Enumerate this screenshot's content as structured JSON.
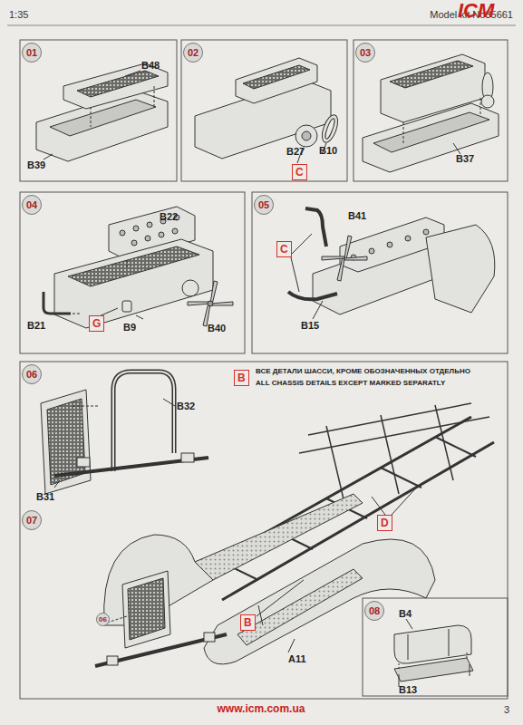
{
  "diagram": {
    "nodes": [
      {
        "text": [
          "01"
        ]
      },
      {
        "text": [
          "02"
        ]
      },
      {
        "text": [
          "03"
        ]
      },
      {
        "text": [
          "04"
        ]
      },
      {
        "text": [
          "05"
        ]
      },
      {
        "text": [
          "06"
        ]
      },
      {
        "text": [
          "07"
        ]
      },
      {
        "text": [
          "08"
        ]
      },
      {
        "text": [
          "C"
        ]
      },
      {
        "text": [
          "G"
        ]
      },
      {
        "text": [
          "C"
        ]
      },
      {
        "text": [
          "B"
        ]
      },
      {
        "text": [
          "D"
        ]
      },
      {
        "text": [
          "B"
        ]
      },
      {
        "text": [
          "06"
        ]
      }
    ],
    "labels": [
      "1:35",
      "Model kit No35661",
      "ICM",
      "B48",
      "B39",
      "B27",
      "B10",
      "B37",
      "B22",
      "B21",
      "B9",
      "B40",
      "B41",
      "B15",
      "B32",
      "B31",
      "ВСЕ ДЕТАЛИ ШАССИ, КРОМЕ ОБОЗНАЧЕННЫХ ОТДЕЛЬНО",
      "ALL CHASSIS DETAILS EXCEPT MARKED SEPARATLY",
      "A11",
      "B4",
      "B13",
      "www.icm.com.ua",
      "3"
    ]
  }
}
